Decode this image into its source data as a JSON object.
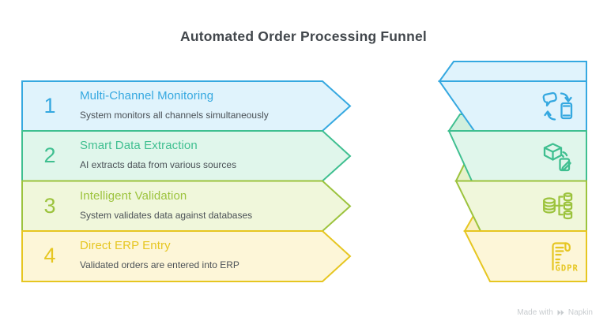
{
  "title": "Automated Order Processing Funnel",
  "colors": {
    "background": "#FFFFFF",
    "heading": "#42474C",
    "subtitle": "#4A5056",
    "watermark": "#C8CCCF"
  },
  "funnel": {
    "steps": [
      {
        "number": "1",
        "title": "Multi-Channel Monitoring",
        "subtitle": "System monitors all channels simultaneously",
        "accent": "#35A8E0",
        "fill": "#E0F3FC",
        "fold_fill": "#E0F3FC",
        "icon": "channels-sync-icon"
      },
      {
        "number": "2",
        "title": "Smart Data Extraction",
        "subtitle": "AI extracts data from various sources",
        "accent": "#3FBF90",
        "fill": "#E0F6EB",
        "fold_fill": "#D0EFDD",
        "icon": "package-extract-icon"
      },
      {
        "number": "3",
        "title": "Intelligent Validation",
        "subtitle": "System validates data against databases",
        "accent": "#9CC33D",
        "fill": "#F0F7DB",
        "fold_fill": "#E7F2CC",
        "icon": "database-validation-icon"
      },
      {
        "number": "4",
        "title": "Direct ERP Entry",
        "subtitle": "Validated orders are entered into ERP",
        "accent": "#E6C621",
        "fill": "#FDF6D8",
        "fold_fill": "#F8F0C6",
        "icon": "gdpr-document-icon"
      }
    ],
    "gdpr_label": "GDPR"
  },
  "footer": {
    "made_with": "Made with",
    "brand": "Napkin"
  }
}
